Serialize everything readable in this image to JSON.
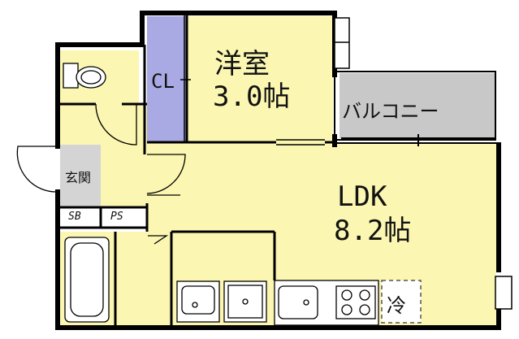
{
  "floor_plan": {
    "colors": {
      "wall": "#000000",
      "room": "#fbf6b1",
      "closet": "#a9a9e3",
      "balcony": "#c8c8c8",
      "entrance": "#d4d4d4",
      "background": "#ffffff"
    },
    "rooms": {
      "western": {
        "name": "洋室",
        "size": "3.0帖"
      },
      "closet": {
        "label": "CL"
      },
      "balcony": {
        "label": "バルコニー"
      },
      "ldk": {
        "name": "LDK",
        "size": "8.2帖"
      },
      "entrance": {
        "label": "玄関"
      },
      "shoe_box": {
        "label": "SB"
      },
      "pipe_space": {
        "label": "PS"
      },
      "fridge": {
        "label": "冷"
      }
    },
    "fixtures": [
      "toilet-icon",
      "bathtub-icon",
      "washbasin-icon",
      "washing-machine-icon",
      "kitchen-sink-icon",
      "stove-icon"
    ]
  }
}
